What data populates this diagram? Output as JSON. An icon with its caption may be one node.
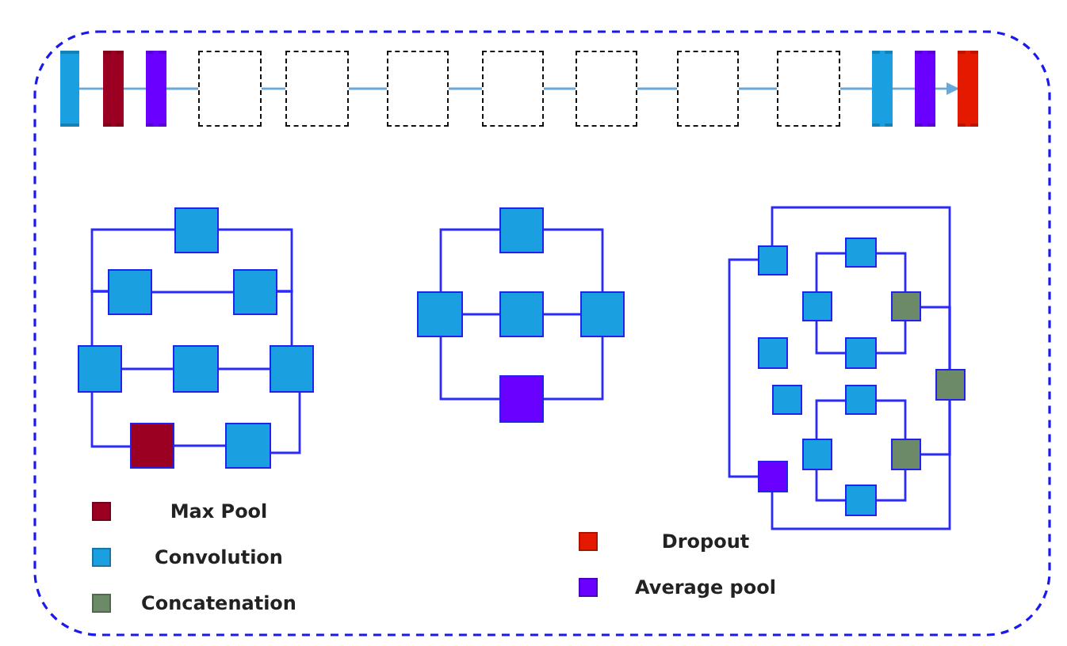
{
  "diagram": {
    "nodes": [
      {
        "text": [],
        "shape": "bar"
      },
      {
        "text": [],
        "shape": "bar"
      },
      {
        "text": [],
        "shape": "bar"
      },
      {
        "text": [],
        "shape": "box"
      },
      {
        "text": [],
        "shape": "box"
      },
      {
        "text": [],
        "shape": "box"
      },
      {
        "text": [],
        "shape": "box"
      },
      {
        "text": [],
        "shape": "box"
      },
      {
        "text": [],
        "shape": "box"
      },
      {
        "text": [],
        "shape": "box"
      },
      {
        "text": [],
        "shape": "bar"
      },
      {
        "text": [],
        "shape": "bar"
      },
      {
        "text": [],
        "shape": "bar"
      },
      {
        "text": [],
        "shape": "box"
      },
      {
        "text": [],
        "shape": "box"
      },
      {
        "text": [],
        "shape": "box"
      },
      {
        "text": [],
        "shape": "box"
      },
      {
        "text": [],
        "shape": "box"
      },
      {
        "text": [],
        "shape": "box"
      },
      {
        "text": [],
        "shape": "box"
      },
      {
        "text": [],
        "shape": "box"
      },
      {
        "text": [],
        "shape": "box"
      },
      {
        "text": [],
        "shape": "box"
      },
      {
        "text": [],
        "shape": "box"
      },
      {
        "text": [],
        "shape": "box"
      },
      {
        "text": [],
        "shape": "box"
      },
      {
        "text": [],
        "shape": "box"
      },
      {
        "text": [],
        "shape": "box"
      },
      {
        "text": [],
        "shape": "box"
      },
      {
        "text": [],
        "shape": "box"
      },
      {
        "text": [],
        "shape": "box"
      },
      {
        "text": [],
        "shape": "box"
      },
      {
        "text": [],
        "shape": "box"
      },
      {
        "text": [],
        "shape": "box"
      },
      {
        "text": [],
        "shape": "box"
      },
      {
        "text": [],
        "shape": "box"
      },
      {
        "text": [],
        "shape": "box"
      },
      {
        "text": [],
        "shape": "box"
      },
      {
        "text": [],
        "shape": "box"
      }
    ],
    "edges": [
      {
        "from": 0,
        "to": 1,
        "arrow": "none",
        "color": "#6aa8d8"
      },
      {
        "from": 1,
        "to": 2,
        "arrow": "none",
        "color": "#6aa8d8"
      },
      {
        "from": 2,
        "to": 3,
        "arrow": "none",
        "color": "#6aa8d8"
      },
      {
        "from": 3,
        "to": 4,
        "arrow": "none",
        "color": "#6aa8d8"
      },
      {
        "from": 4,
        "to": 5,
        "arrow": "none",
        "color": "#6aa8d8"
      },
      {
        "from": 5,
        "to": 6,
        "arrow": "none",
        "color": "#6aa8d8"
      },
      {
        "from": 6,
        "to": 7,
        "arrow": "none",
        "color": "#6aa8d8"
      },
      {
        "from": 7,
        "to": 8,
        "arrow": "none",
        "color": "#6aa8d8"
      },
      {
        "from": 8,
        "to": 9,
        "arrow": "none",
        "color": "#6aa8d8"
      },
      {
        "from": 9,
        "to": 10,
        "arrow": "none",
        "color": "#6aa8d8"
      },
      {
        "from": 10,
        "to": 11,
        "arrow": "none",
        "color": "#6aa8d8"
      },
      {
        "from": 11,
        "to": 12,
        "arrow": "to",
        "color": "#6aa8d8"
      },
      {
        "from": 13,
        "to": 14,
        "arrow": "none"
      },
      {
        "from": 14,
        "to": 16,
        "arrow": "none"
      },
      {
        "from": 13,
        "to": 15,
        "arrow": "none"
      },
      {
        "from": 15,
        "to": 18,
        "arrow": "none"
      },
      {
        "from": 14,
        "to": 15,
        "arrow": "none"
      },
      {
        "from": 16,
        "to": 17,
        "arrow": "none"
      },
      {
        "from": 17,
        "to": 18,
        "arrow": "none"
      },
      {
        "from": 16,
        "to": 19,
        "arrow": "none"
      },
      {
        "from": 19,
        "to": 20,
        "arrow": "none"
      },
      {
        "from": 20,
        "to": 18,
        "arrow": "none"
      },
      {
        "from": 21,
        "to": 22,
        "arrow": "none"
      },
      {
        "from": 21,
        "to": 24,
        "arrow": "none"
      },
      {
        "from": 22,
        "to": 23,
        "arrow": "none"
      },
      {
        "from": 23,
        "to": 24,
        "arrow": "none"
      },
      {
        "from": 22,
        "to": 25,
        "arrow": "none"
      },
      {
        "from": 25,
        "to": 24,
        "arrow": "none"
      },
      {
        "from": 26,
        "to": 37,
        "arrow": "none"
      },
      {
        "from": 26,
        "to": 38,
        "arrow": "none"
      },
      {
        "from": 38,
        "to": 37,
        "arrow": "none"
      },
      {
        "from": 27,
        "to": 28,
        "arrow": "none"
      },
      {
        "from": 27,
        "to": 29,
        "arrow": "none"
      },
      {
        "from": 28,
        "to": 30,
        "arrow": "none"
      },
      {
        "from": 30,
        "to": 29,
        "arrow": "none"
      },
      {
        "from": 29,
        "to": 37,
        "arrow": "none"
      },
      {
        "from": 33,
        "to": 34,
        "arrow": "none"
      },
      {
        "from": 33,
        "to": 35,
        "arrow": "none"
      },
      {
        "from": 34,
        "to": 36,
        "arrow": "none"
      },
      {
        "from": 36,
        "to": 35,
        "arrow": "none"
      },
      {
        "from": 35,
        "to": 37,
        "arrow": "none"
      }
    ],
    "legend": [
      {
        "text": "Max Pool",
        "color": "#9b0022"
      },
      {
        "text": "Convolution",
        "color": "#1a9fe0"
      },
      {
        "text": "Concatenation",
        "color": "#6d8a68"
      },
      {
        "text": "Dropout",
        "color": "#e31a00"
      },
      {
        "text": "Average pool",
        "color": "#6a00ff"
      }
    ]
  }
}
